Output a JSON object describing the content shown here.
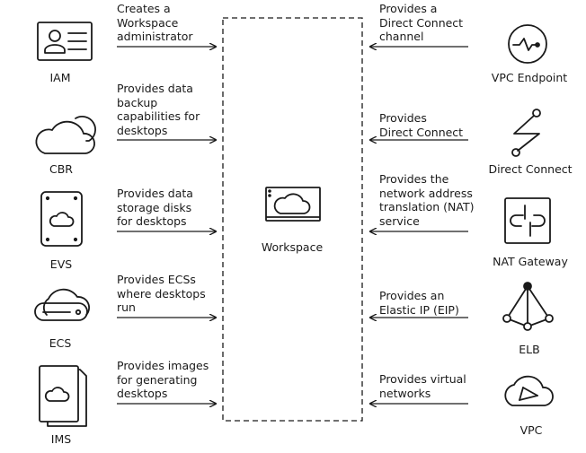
{
  "center": {
    "label": "Workspace"
  },
  "services": {
    "iam": "IAM",
    "cbr": "CBR",
    "evs": "EVS",
    "ecs": "ECS",
    "ims": "IMS",
    "vpc_endpoint": "VPC Endpoint",
    "direct_connect": "Direct Connect",
    "nat_gateway": "NAT Gateway",
    "elb": "ELB",
    "vpc": "VPC"
  },
  "left_relations": [
    "Creates a\nWorkspace\nadministrator",
    "Provides data\nbackup\ncapabilities for\ndesktops",
    "Provides data\nstorage disks\nfor desktops",
    "Provides ECSs\nwhere desktops\nrun",
    "Provides images\nfor generating\ndesktops"
  ],
  "right_relations": [
    "Provides a\nDirect Connect\nchannel",
    "Provides\nDirect Connect",
    "Provides the\nnetwork address\ntranslation (NAT)\nservice",
    "Provides an\nElastic IP (EIP)",
    "Provides virtual\nnetworks"
  ],
  "colors": {
    "stroke": "#1a1a1a",
    "background": "#ffffff"
  }
}
